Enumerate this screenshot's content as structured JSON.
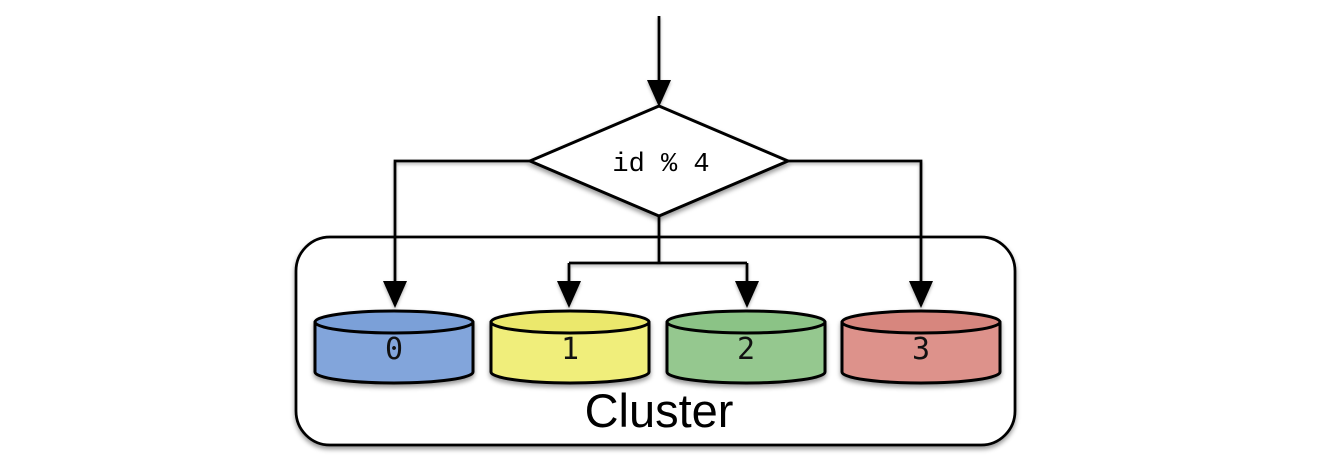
{
  "diagram": {
    "decision": {
      "label": "id % 4"
    },
    "cluster": {
      "label": "Cluster"
    },
    "shards": [
      {
        "label": "0",
        "body_color": "#82A5DB",
        "top_color": "#7BA0D8"
      },
      {
        "label": "1",
        "body_color": "#F0EE7B",
        "top_color": "#EBE86C"
      },
      {
        "label": "2",
        "body_color": "#95C88F",
        "top_color": "#8BC386"
      },
      {
        "label": "3",
        "body_color": "#DD928B",
        "top_color": "#D7867E"
      }
    ],
    "colors": {
      "stroke": "#000000",
      "background": "#FFFFFF",
      "shape_fill": "#FFFFFF"
    }
  }
}
